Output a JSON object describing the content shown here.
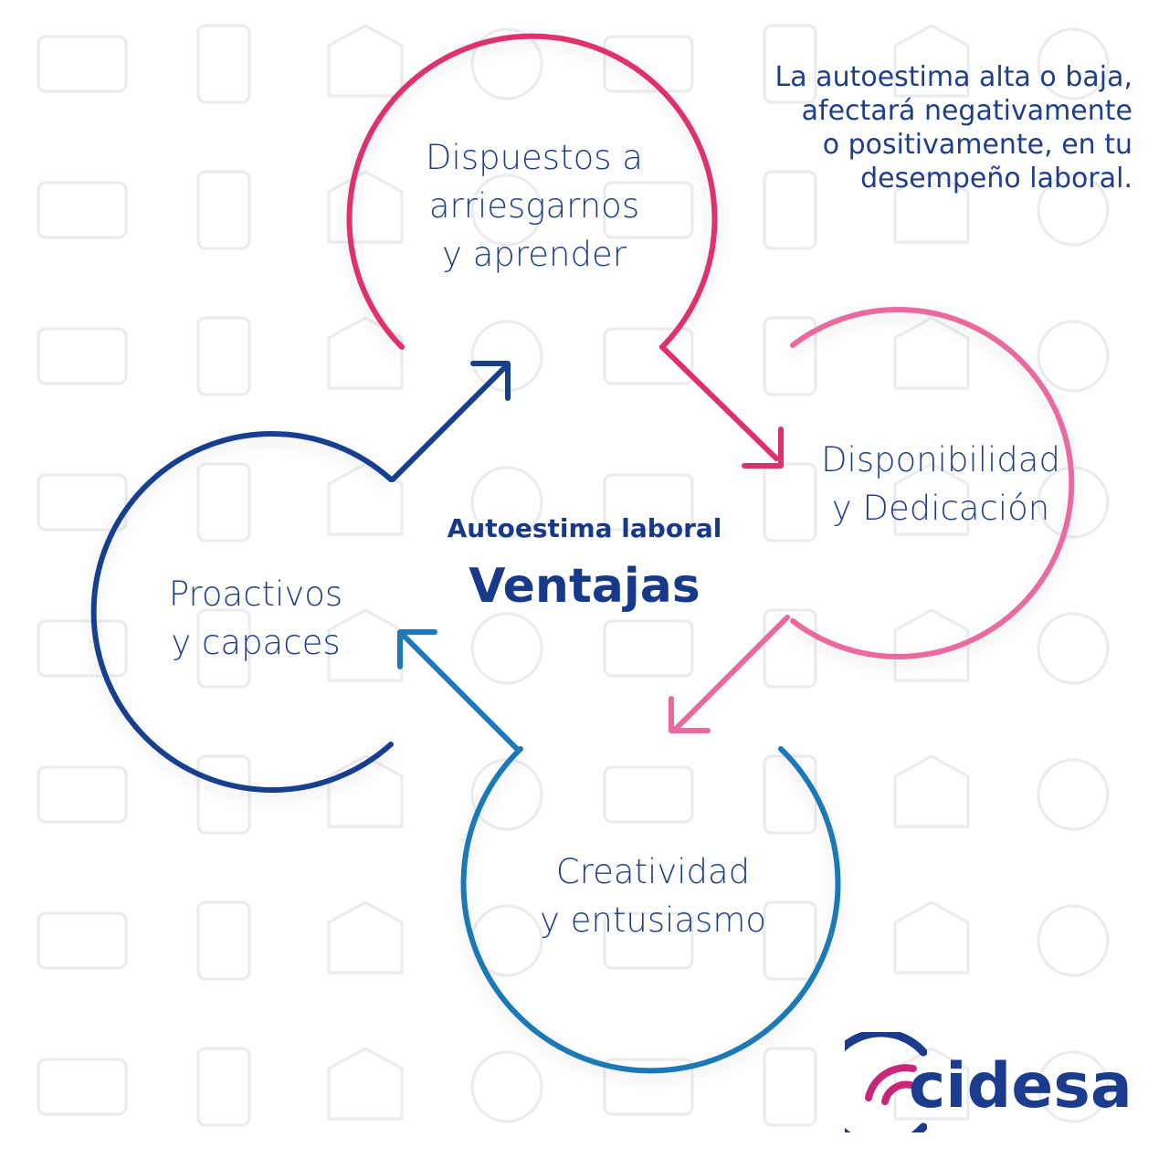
{
  "intro_text": "La autoestima alta o baja,\nafectará negativamente\no positivamente, en tu\ndesempeño laboral.",
  "center": {
    "subtitle": "Autoestima laboral",
    "title": "Ventajas"
  },
  "nodes": [
    {
      "label": "Dispuestos a\narriesgarnos\ny aprender",
      "color": "#e0306a"
    },
    {
      "label": "Disponibilidad\ny Dedicación",
      "color": "#e86a9e"
    },
    {
      "label": "Creatividad\ny entusiasmo",
      "color": "#1f79b8"
    },
    {
      "label": "Proactivos\ny capaces",
      "color": "#163f8f"
    }
  ],
  "logo": {
    "text": "cidesa",
    "colors": {
      "text": "#1b3c8e",
      "arc_inner": "#c9257a",
      "arc_outer": "#1b3c8e"
    }
  },
  "background_icons": [
    "banknote-icon",
    "credit-card-icon",
    "bank-icon",
    "coin-bag-icon",
    "wallet-icon",
    "coin-stack-icon",
    "pie-chart-icon",
    "candlestick-chart-icon",
    "safe-icon",
    "smartphone-dollar-icon",
    "percent-icon",
    "receipt-icon",
    "calculator-icon",
    "piggy-bank-icon",
    "exchange-icon"
  ]
}
